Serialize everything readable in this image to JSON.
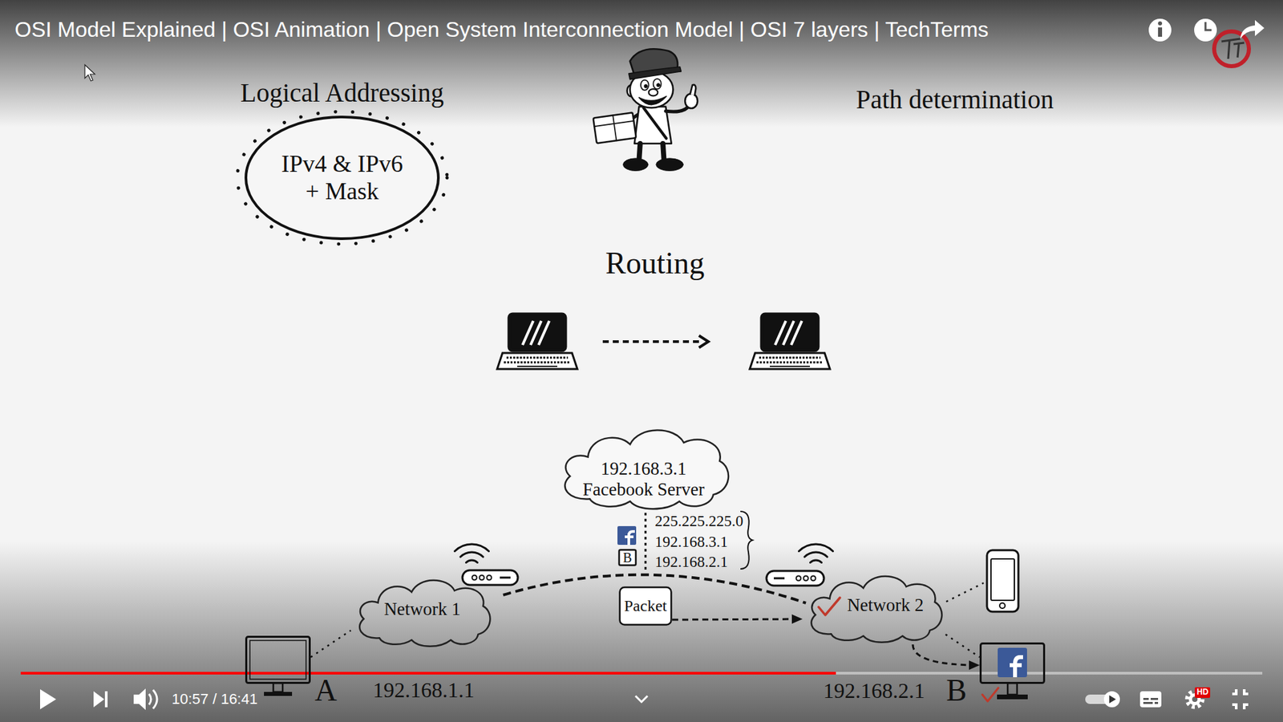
{
  "diagram": {
    "title": "OSI Model Explained | OSI Animation | Open System Interconnection Model | OSI 7 layers | TechTerms",
    "nodes": [
      {
        "text": [
          "Logical Addressing",
          "IPv4 & IPv6 + Mask"
        ]
      },
      {
        "text": [
          "192.168.3.1",
          "Facebook Server"
        ]
      },
      {
        "text": [
          "B"
        ]
      },
      {
        "text": [
          "Network 1"
        ]
      },
      {
        "text": [
          "Packet"
        ]
      },
      {
        "text": [
          "Network 2"
        ]
      },
      {
        "text": [
          "A"
        ]
      },
      {
        "text": [
          "B"
        ]
      }
    ],
    "edges": [
      {
        "from": 6,
        "to": 3,
        "arrow": "none"
      },
      {
        "from": 4,
        "to": 5,
        "arrow": "to"
      },
      {
        "from": 5,
        "to": 7,
        "arrow": "none"
      },
      {
        "from": 5,
        "to": 7,
        "arrow": "to"
      }
    ],
    "labels": [
      "Path determination",
      "Routing",
      "225.225.225.0",
      "192.168.3.1",
      "192.168.2.1",
      "192.168.1.1",
      "192.168.2.1",
      "10:57 / 16:41",
      "HD"
    ]
  }
}
